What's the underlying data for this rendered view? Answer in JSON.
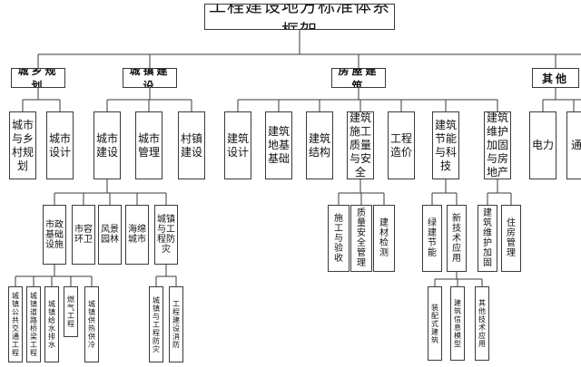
{
  "title": "工程建设地方标准体系框架",
  "categories": {
    "urban_rural": "城乡规划",
    "town": "城镇建设",
    "housing": "房屋建筑",
    "other": "其他"
  },
  "level2": {
    "ur_plan": "城市与乡村规划",
    "city_design": "城市设计",
    "city_construct": "城市建设",
    "city_manage": "城市管理",
    "village_construct": "村镇建设",
    "bld_design": "建筑设计",
    "bld_foundation": "建筑地基基础",
    "bld_structure": "建筑结构",
    "bld_quality": "建筑施工质量与安全",
    "eng_cost": "工程造价",
    "bld_energy": "建筑节能与科技",
    "bld_repair": "建筑维护加固与房地产",
    "power": "电力",
    "comm": "通"
  },
  "level3": {
    "municipal": "市政基础设施",
    "sanitation": "市容环卫",
    "landscape": "风景园林",
    "sponge": "海绵城市",
    "disaster": "城镇与工程防灾",
    "construction_acceptance": "施工与验收",
    "quality_safety": "质量安全管理",
    "testing": "建材检测",
    "green": "绿建节能",
    "new_tech": "新技术应用",
    "maint_reinforce": "建筑维护加固",
    "housing_mgmt": "住房管理"
  },
  "level4": {
    "bus": "城镇公共交通工程",
    "bridge": "城镇道路桥梁工程",
    "water": "城镇给水排水",
    "gas": "燃气工程",
    "heat": "城镇供热供冷",
    "town_disaster": "城镇与工程防灾",
    "fire": "工程建设消防",
    "prefab": "装配式建筑",
    "bim": "建筑信息模型",
    "other_tech": "其他技术应用"
  }
}
